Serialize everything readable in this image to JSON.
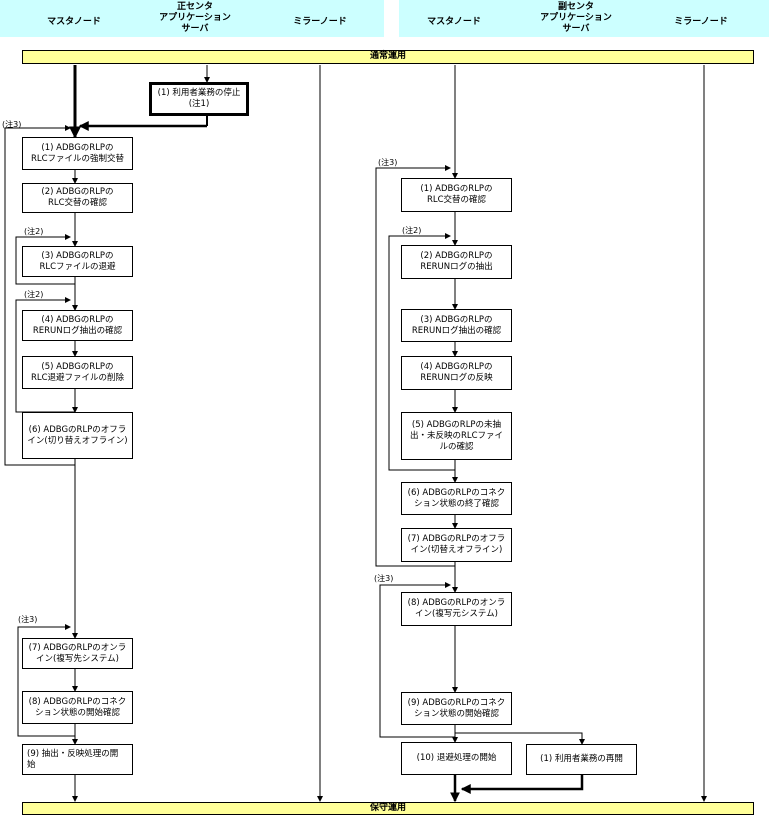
{
  "header": {
    "primary": {
      "title": "正センタ",
      "master": "マスタノード",
      "app_server": "アプリケーション\nサーバ",
      "mirror": "ミラーノード"
    },
    "secondary": {
      "title": "副センタ",
      "master": "マスタノード",
      "app_server": "アプリケーション\nサーバ",
      "mirror": "ミラーノード"
    }
  },
  "bands": {
    "top": "通常運用",
    "bottom": "保守運用"
  },
  "primary_steps": {
    "stop_user": "(1) 利用者業務の停止\n(注1)",
    "s1": "(1) ADBGのRLPの\nRLCファイルの強制交替",
    "s2": "(2) ADBGのRLPの\nRLC交替の確認",
    "s3": "(3) ADBGのRLPの\nRLCファイルの退避",
    "s4": "(4) ADBGのRLPの\nRERUNログ抽出の確認",
    "s5": "(5)  ADBGのRLPの\nRLC退避ファイルの削除",
    "s6": "(6) ADBGのRLPのオフラ\nイン(切り替えオフライン)",
    "s7": "(7) ADBGのRLPのオンラ\nイン(複写先システム)",
    "s8": "(8) ADBGのRLPのコネク\nション状態の開始確認",
    "s9": "(9) 抽出・反映処理の開\n始"
  },
  "secondary_steps": {
    "s1": "(1) ADBGのRLPの\nRLC交替の確認",
    "s2": "(2) ADBGのRLPの\nRERUNログの抽出",
    "s3": "(3) ADBGのRLPの\nRERUNログ抽出の確認",
    "s4": "(4)  ADBGのRLPの\nRERUNログの反映",
    "s5": "(5) ADBGのRLPの未抽\n出・未反映のRLCファイ\nルの確認",
    "s6": "(6) ADBGのRLPのコネク\nション状態の終了確認",
    "s7": "(7) ADBGのRLPのオフラ\nイン(切替えオフライン)",
    "s8": "(8) ADBGのRLPのオンラ\nイン(複写元システム)",
    "s9": "(9) ADBGのRLPのコネク\nション状態の開始確認",
    "s10": "(10) 退避処理の開始",
    "resume_user": "(1) 利用者業務の再開"
  },
  "notes": {
    "n3": "(注3)",
    "n2": "(注2)"
  }
}
